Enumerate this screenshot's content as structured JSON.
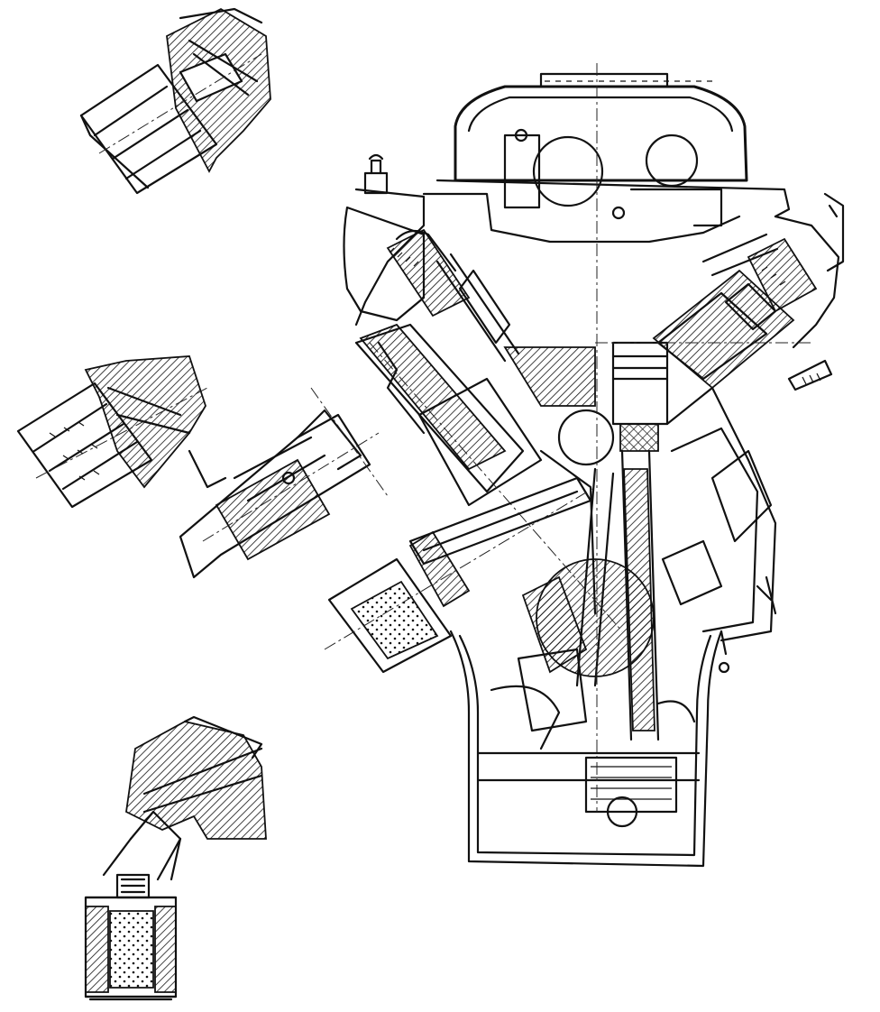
{
  "figure": {
    "kind": "technical-line-drawing",
    "subject": "v-engine-cross-section",
    "annotations": [],
    "components": [
      "engine-block-cross-section",
      "cylinder-head-left",
      "cylinder-head-right",
      "valve-cover",
      "piston",
      "connecting-rod",
      "crankshaft",
      "oil-pan",
      "oil-filter-mounted",
      "oil-filter-variant-a",
      "oil-filter-variant-b",
      "oil-filter-variant-c",
      "filter-adapter-bracket"
    ],
    "colors": {
      "ink": "#111111",
      "paper": "#ffffff"
    }
  }
}
